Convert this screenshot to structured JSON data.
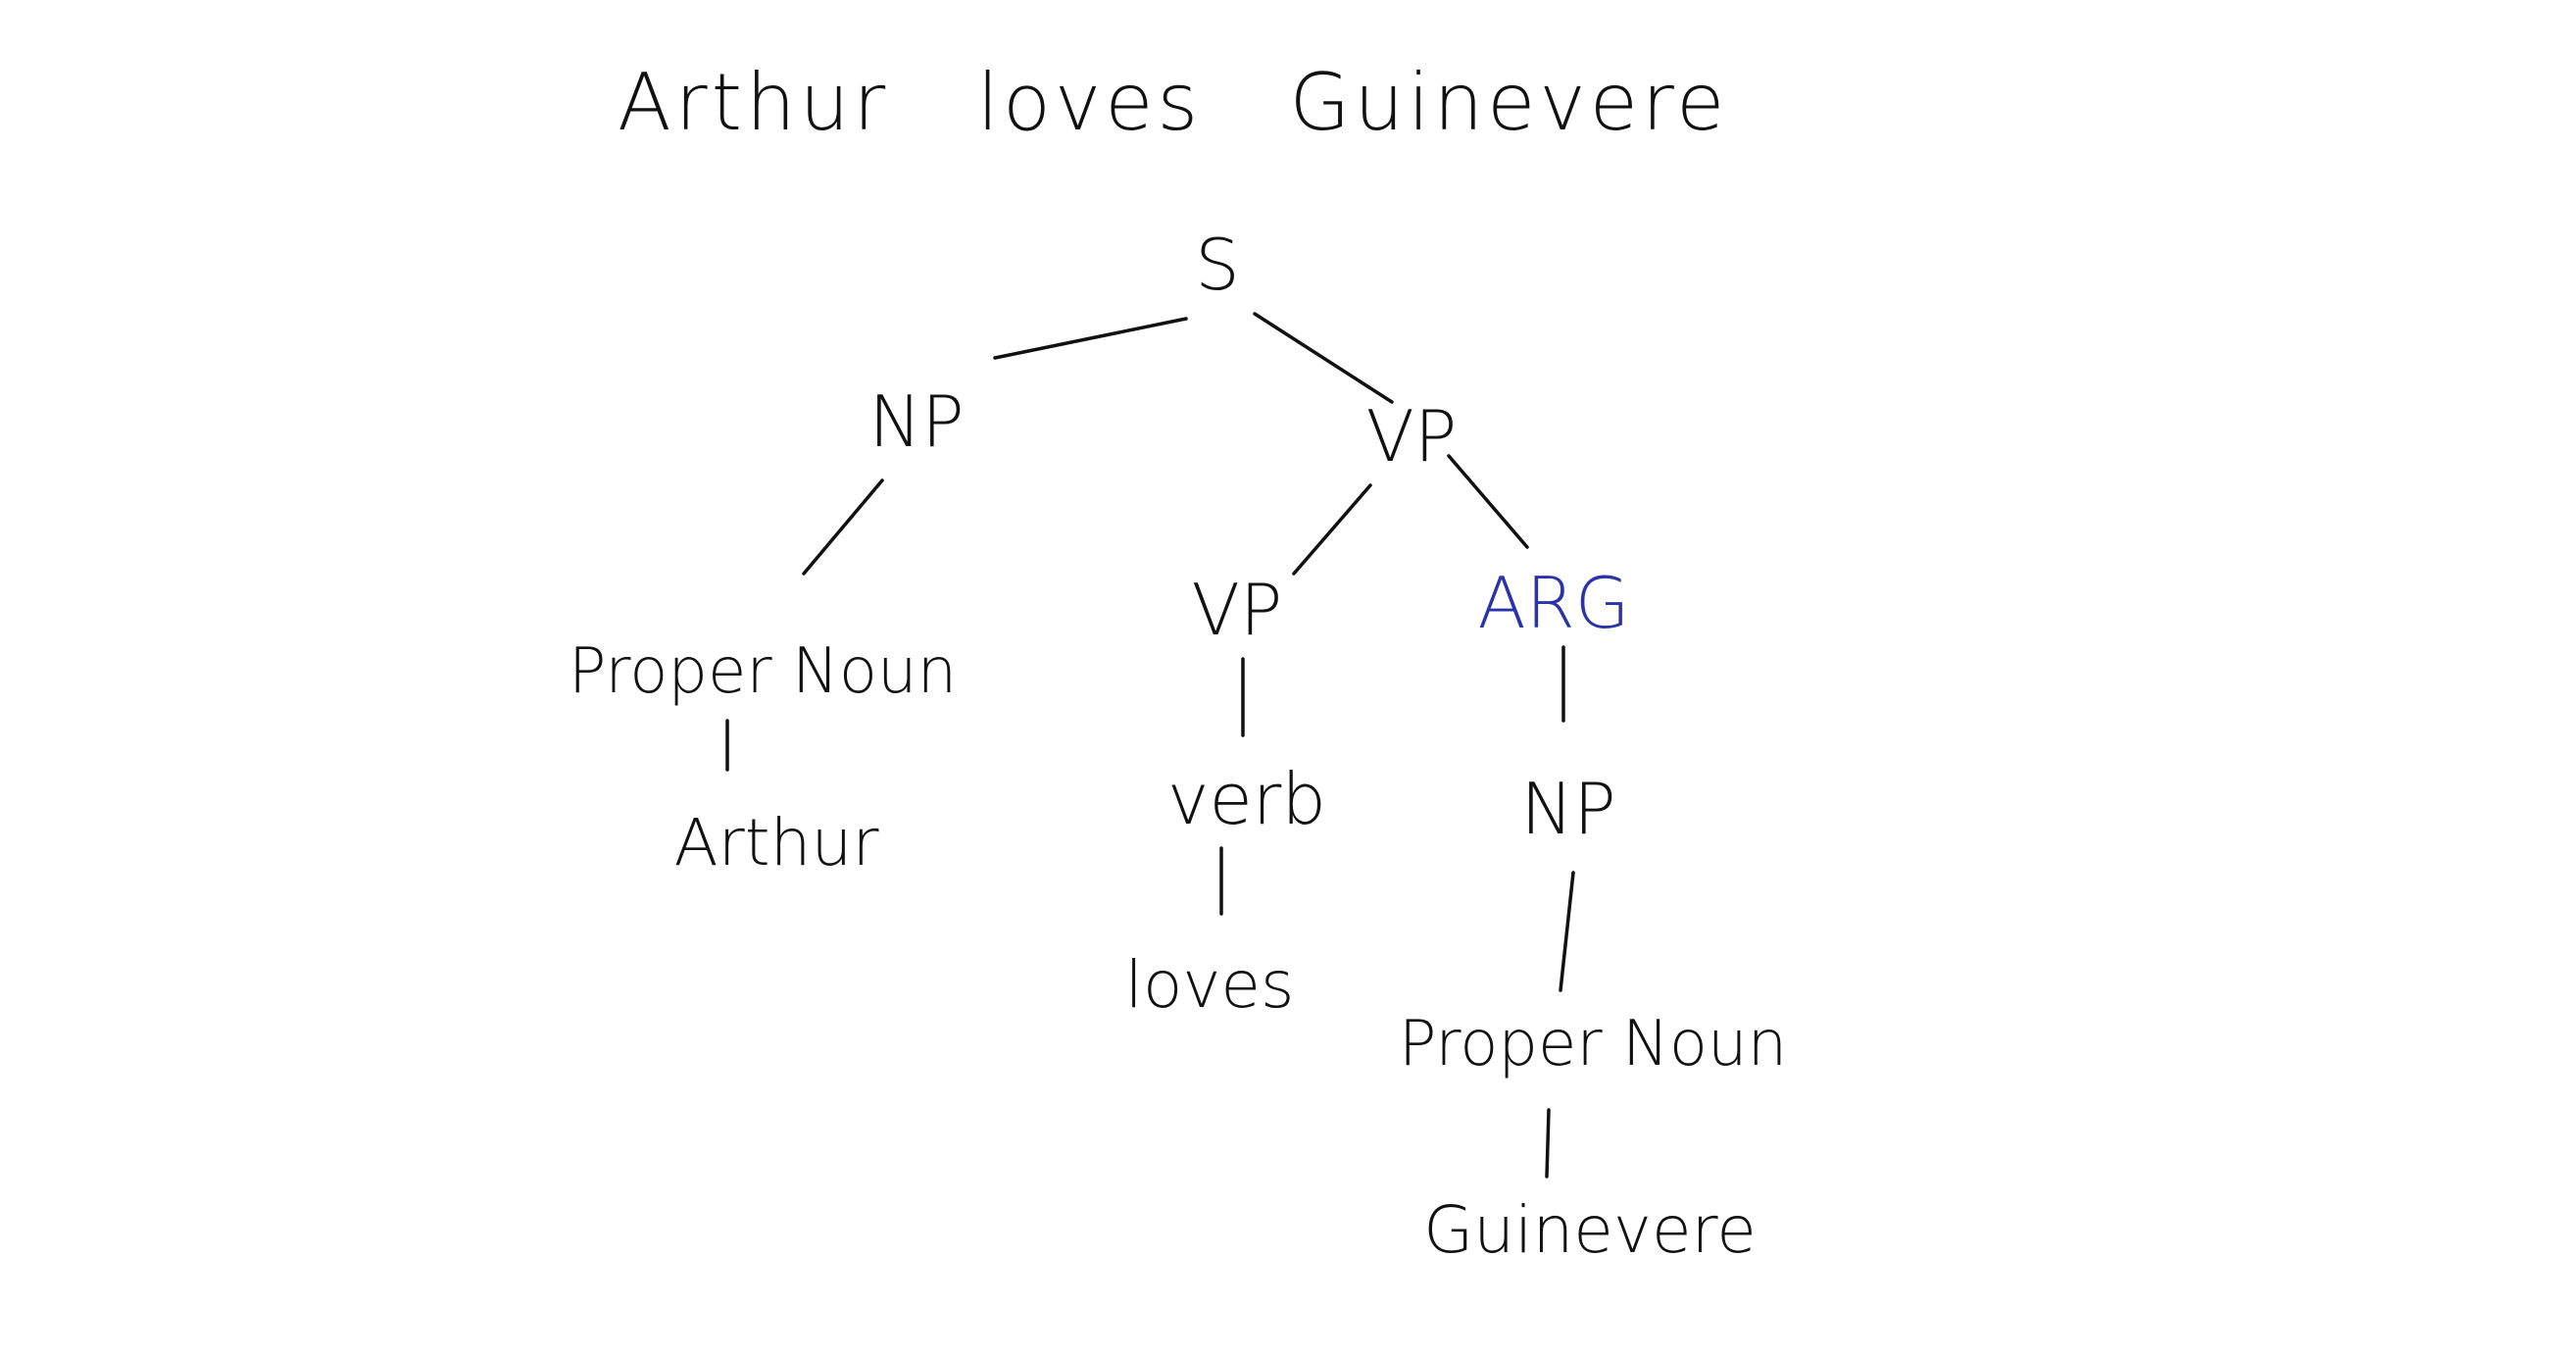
{
  "sentence": "Arthur loves Guinevere",
  "tree": {
    "root": "S",
    "np_left": "NP",
    "np_left_child": "Proper Noun",
    "np_left_word": "Arthur",
    "vp_top": "VP",
    "vp_inner": "VP",
    "verb": "verb",
    "verb_word": "loves",
    "arg": "ARG",
    "np_right": "NP",
    "np_right_child": "Proper Noun",
    "np_right_word": "Guinevere"
  },
  "colors": {
    "ink": "#111111",
    "arg_accent": "#2b33a8"
  }
}
